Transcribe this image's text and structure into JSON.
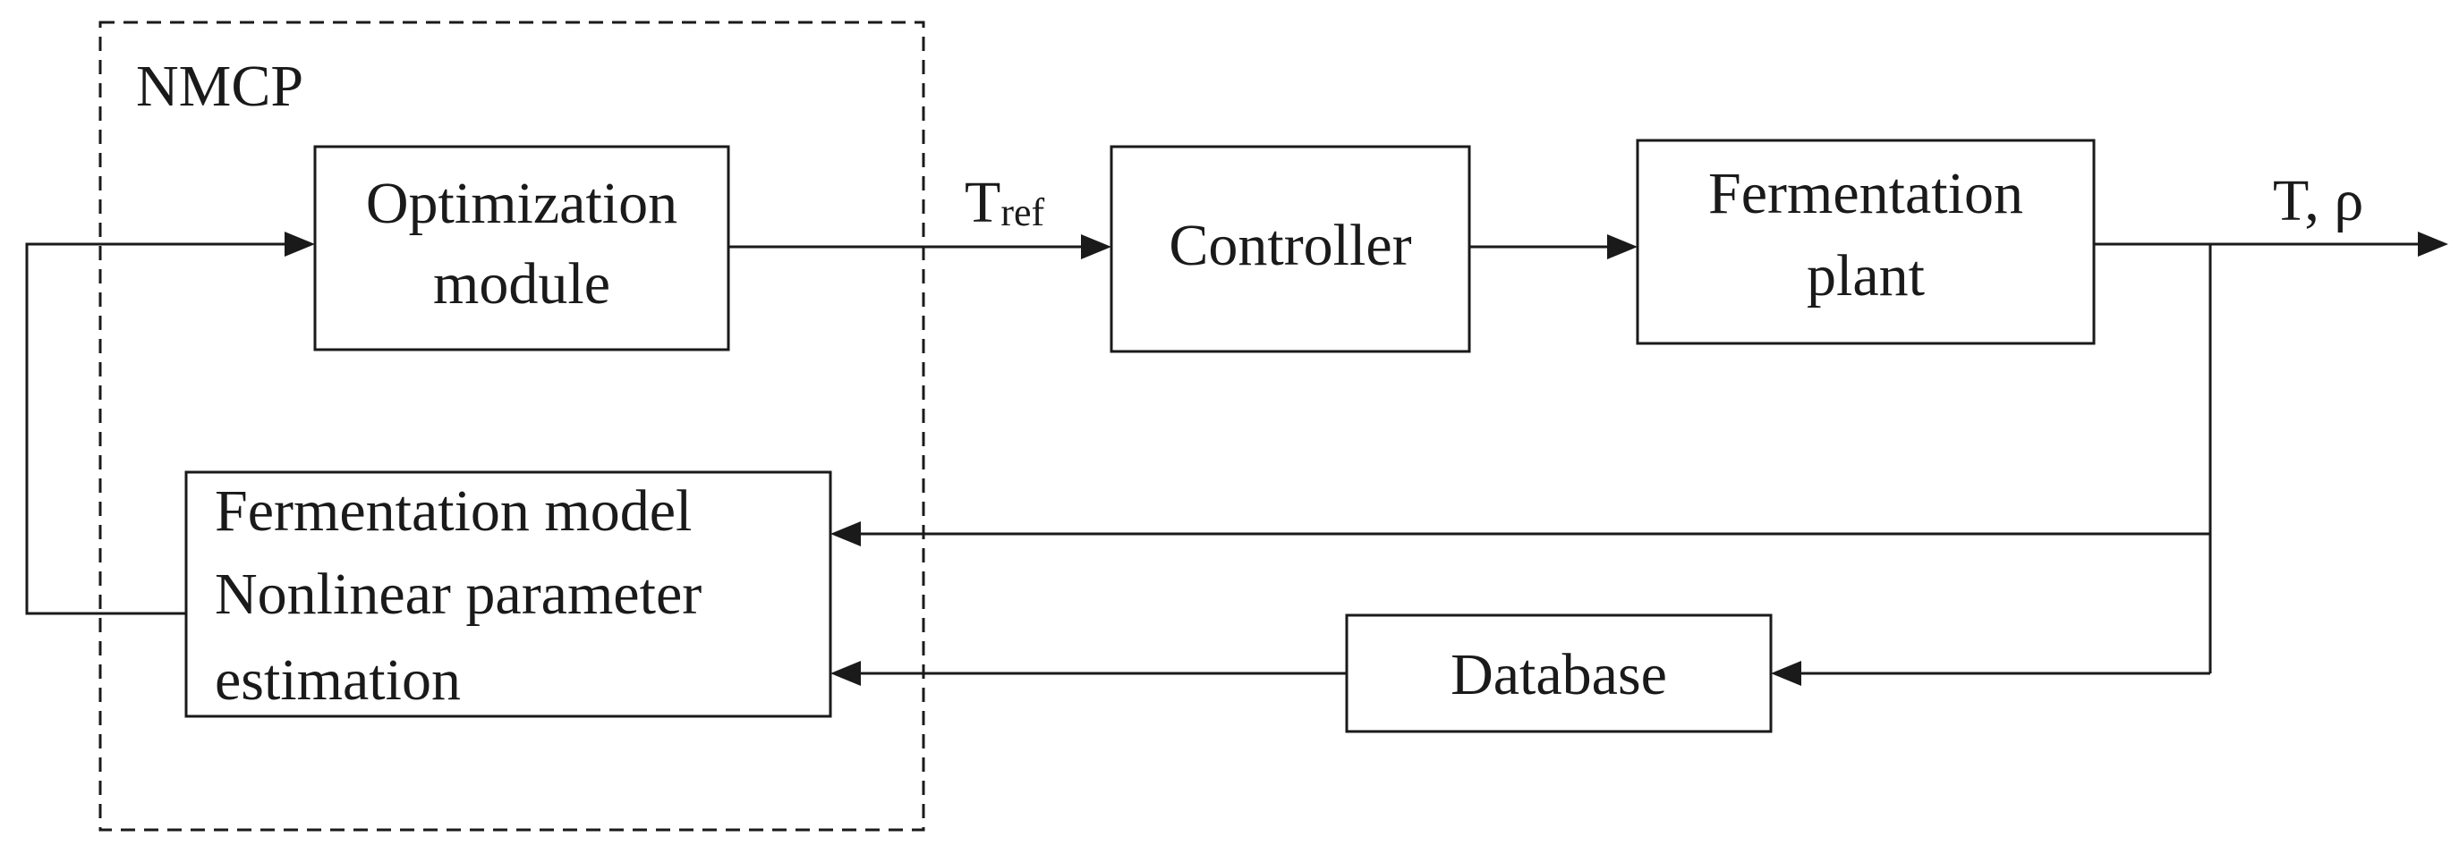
{
  "group": {
    "label": "NMCP"
  },
  "blocks": {
    "optimization": {
      "line1": "Optimization",
      "line2": "module"
    },
    "controller": {
      "label": "Controller"
    },
    "plant": {
      "line1": "Fermentation",
      "line2": "plant"
    },
    "model": {
      "line1": "Fermentation model",
      "line2": "Nonlinear parameter",
      "line3": "estimation"
    },
    "database": {
      "label": "Database"
    }
  },
  "signals": {
    "reference": {
      "base": "T",
      "subscript": "ref"
    },
    "output": {
      "label": "T, ρ"
    }
  }
}
